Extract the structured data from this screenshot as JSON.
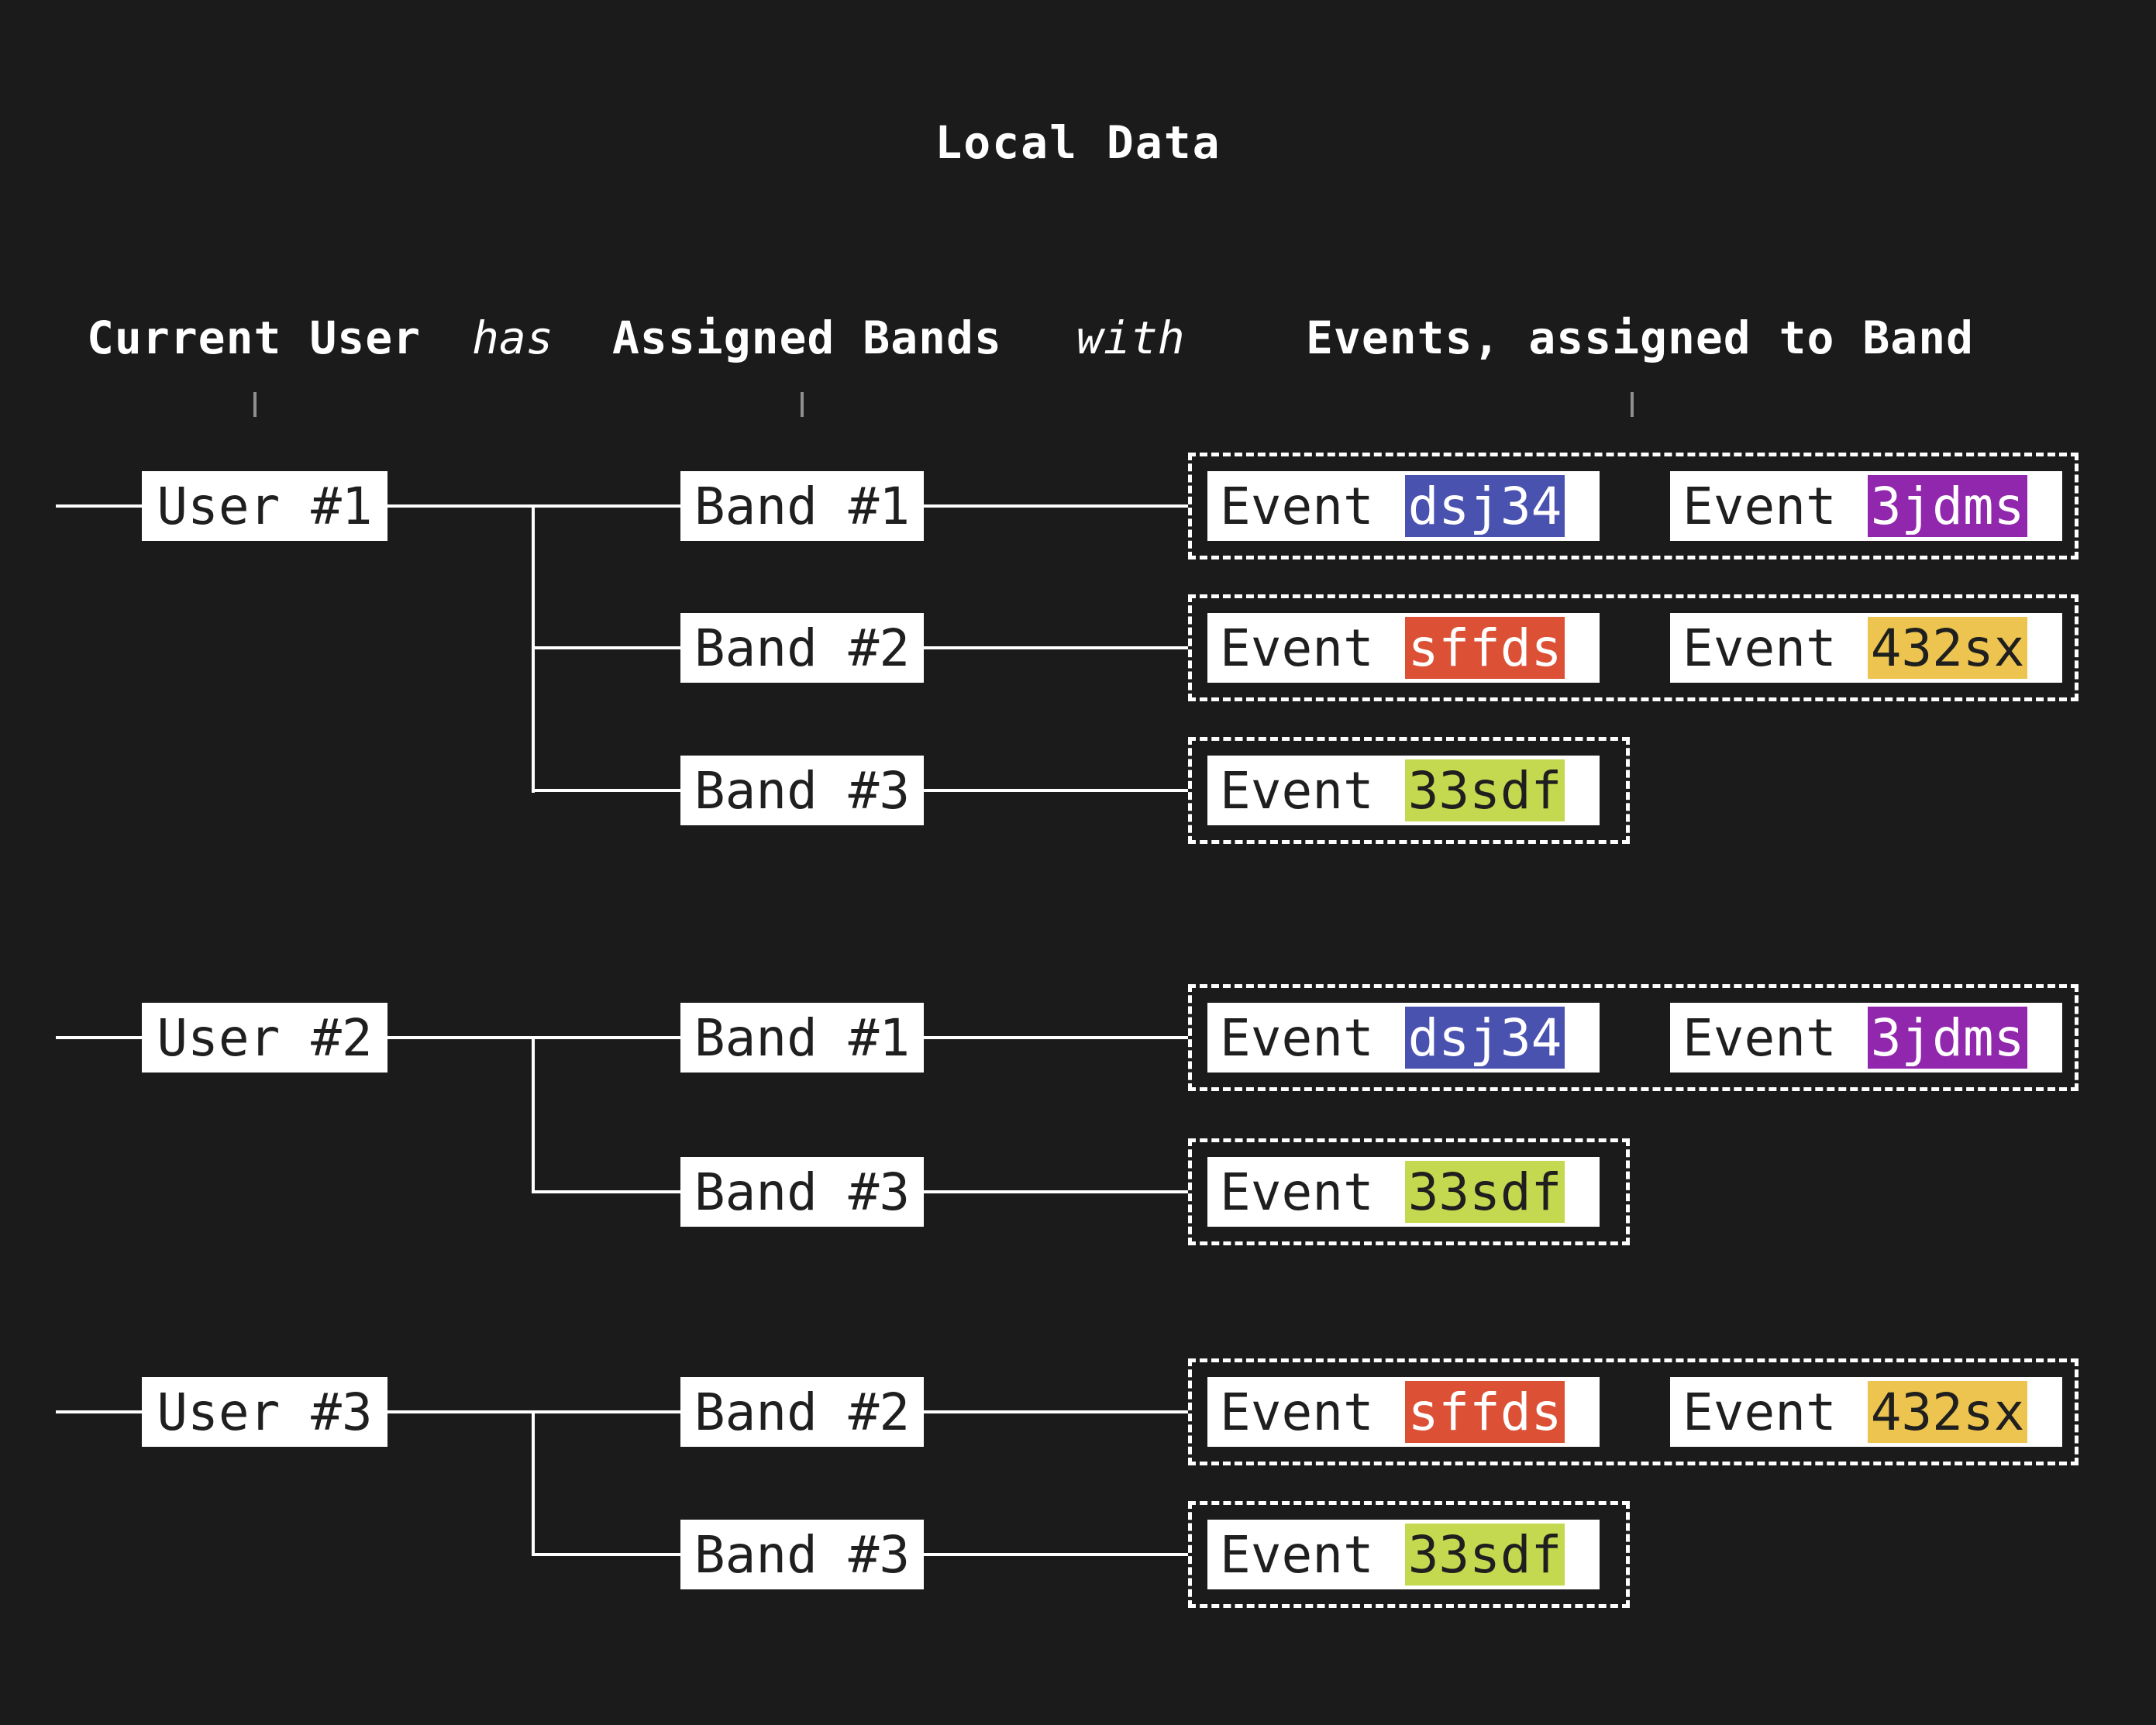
{
  "title": "Local Data",
  "background_color": "#1b1b1b",
  "line_color": "#ffffff",
  "box_bg_color": "#ffffff",
  "box_text_color": "#1f1f1f",
  "headers": {
    "col_user": "Current User",
    "rel_has": "has",
    "col_bands": "Assigned Bands",
    "rel_with": "with",
    "col_events": "Events, assigned to Band"
  },
  "event_palette": {
    "dsj34": "#4a52b0",
    "3jdms": "#9127ac",
    "sffds": "#dc5135",
    "432sx": "#ecc44f",
    "33sdf": "#c4d94f"
  },
  "users": [
    {
      "label": "User #1",
      "bands": [
        {
          "label": "Band #1",
          "events": [
            {
              "label": "Event",
              "code": "dsj34",
              "bg": "#4a52b0",
              "fg": "#ffffff"
            },
            {
              "label": "Event",
              "code": "3jdms",
              "bg": "#9127ac",
              "fg": "#ffffff"
            }
          ]
        },
        {
          "label": "Band #2",
          "events": [
            {
              "label": "Event",
              "code": "sffds",
              "bg": "#dc5135",
              "fg": "#ffffff"
            },
            {
              "label": "Event",
              "code": "432sx",
              "bg": "#ecc44f",
              "fg": "#1f1f1f"
            }
          ]
        },
        {
          "label": "Band #3",
          "events": [
            {
              "label": "Event",
              "code": "33sdf",
              "bg": "#c4d94f",
              "fg": "#1f1f1f"
            }
          ]
        }
      ]
    },
    {
      "label": "User #2",
      "bands": [
        {
          "label": "Band #1",
          "events": [
            {
              "label": "Event",
              "code": "dsj34",
              "bg": "#4a52b0",
              "fg": "#ffffff"
            },
            {
              "label": "Event",
              "code": "3jdms",
              "bg": "#9127ac",
              "fg": "#ffffff"
            }
          ]
        },
        {
          "label": "Band #3",
          "events": [
            {
              "label": "Event",
              "code": "33sdf",
              "bg": "#c4d94f",
              "fg": "#1f1f1f"
            }
          ]
        }
      ]
    },
    {
      "label": "User #3",
      "bands": [
        {
          "label": "Band #2",
          "events": [
            {
              "label": "Event",
              "code": "sffds",
              "bg": "#dc5135",
              "fg": "#ffffff"
            },
            {
              "label": "Event",
              "code": "432sx",
              "bg": "#ecc44f",
              "fg": "#1f1f1f"
            }
          ]
        },
        {
          "label": "Band #3",
          "events": [
            {
              "label": "Event",
              "code": "33sdf",
              "bg": "#c4d94f",
              "fg": "#1f1f1f"
            }
          ]
        }
      ]
    }
  ]
}
